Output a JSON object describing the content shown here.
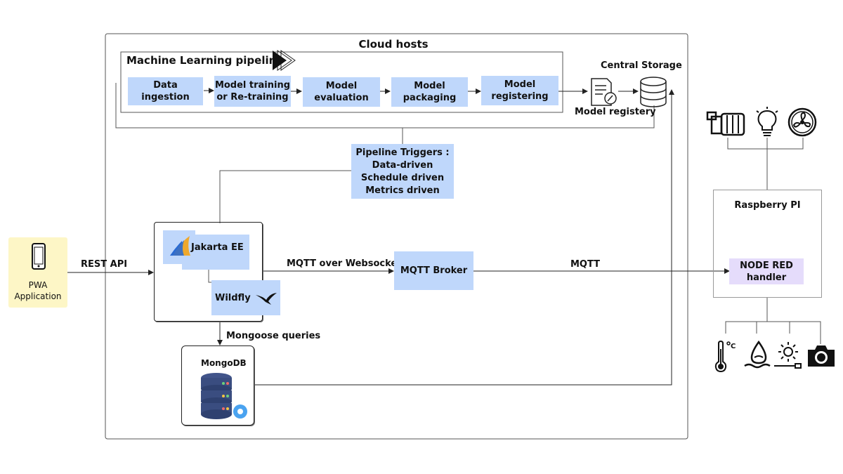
{
  "cloud": {
    "title": "Cloud hosts"
  },
  "ml_pipeline": {
    "title": "Machine Learning pipeline",
    "steps": [
      "Data ingestion",
      "Model training\nor Re-training",
      "Model\nevaluation",
      "Model\npackaging",
      "Model\nregistering"
    ]
  },
  "storage": {
    "central_title": "Central Storage",
    "registry_label": "Model registery"
  },
  "triggers": {
    "lines": [
      "Pipeline Triggers :",
      "Data-driven",
      "Schedule driven",
      "Metrics driven"
    ]
  },
  "pwa": {
    "label": "PWA\nApplication",
    "icon": "smartphone-icon"
  },
  "app_server": {
    "jakarta": "Jakarta EE",
    "wildfly": "Wildfly"
  },
  "edges": {
    "rest_api": "REST API",
    "mqtt_ws": "MQTT over Websocket",
    "mqtt": "MQTT",
    "mongoose": "Mongoose queries"
  },
  "broker": {
    "label": "MQTT Broker"
  },
  "mongodb": {
    "label": "MongoDB"
  },
  "raspberry": {
    "title": "Raspberry PI",
    "handler": "NODE RED\nhandler"
  },
  "actuators": [
    "pump-motor-icon",
    "light-bulb-icon",
    "fan-icon"
  ],
  "sensors": [
    "thermometer-icon",
    "water-level-icon",
    "light-sensor-icon",
    "camera-icon"
  ],
  "colors": {
    "node": "#bfd7fb",
    "pwa": "#fdf6c6",
    "handler": "#e5dcfb",
    "line": "#333333"
  }
}
